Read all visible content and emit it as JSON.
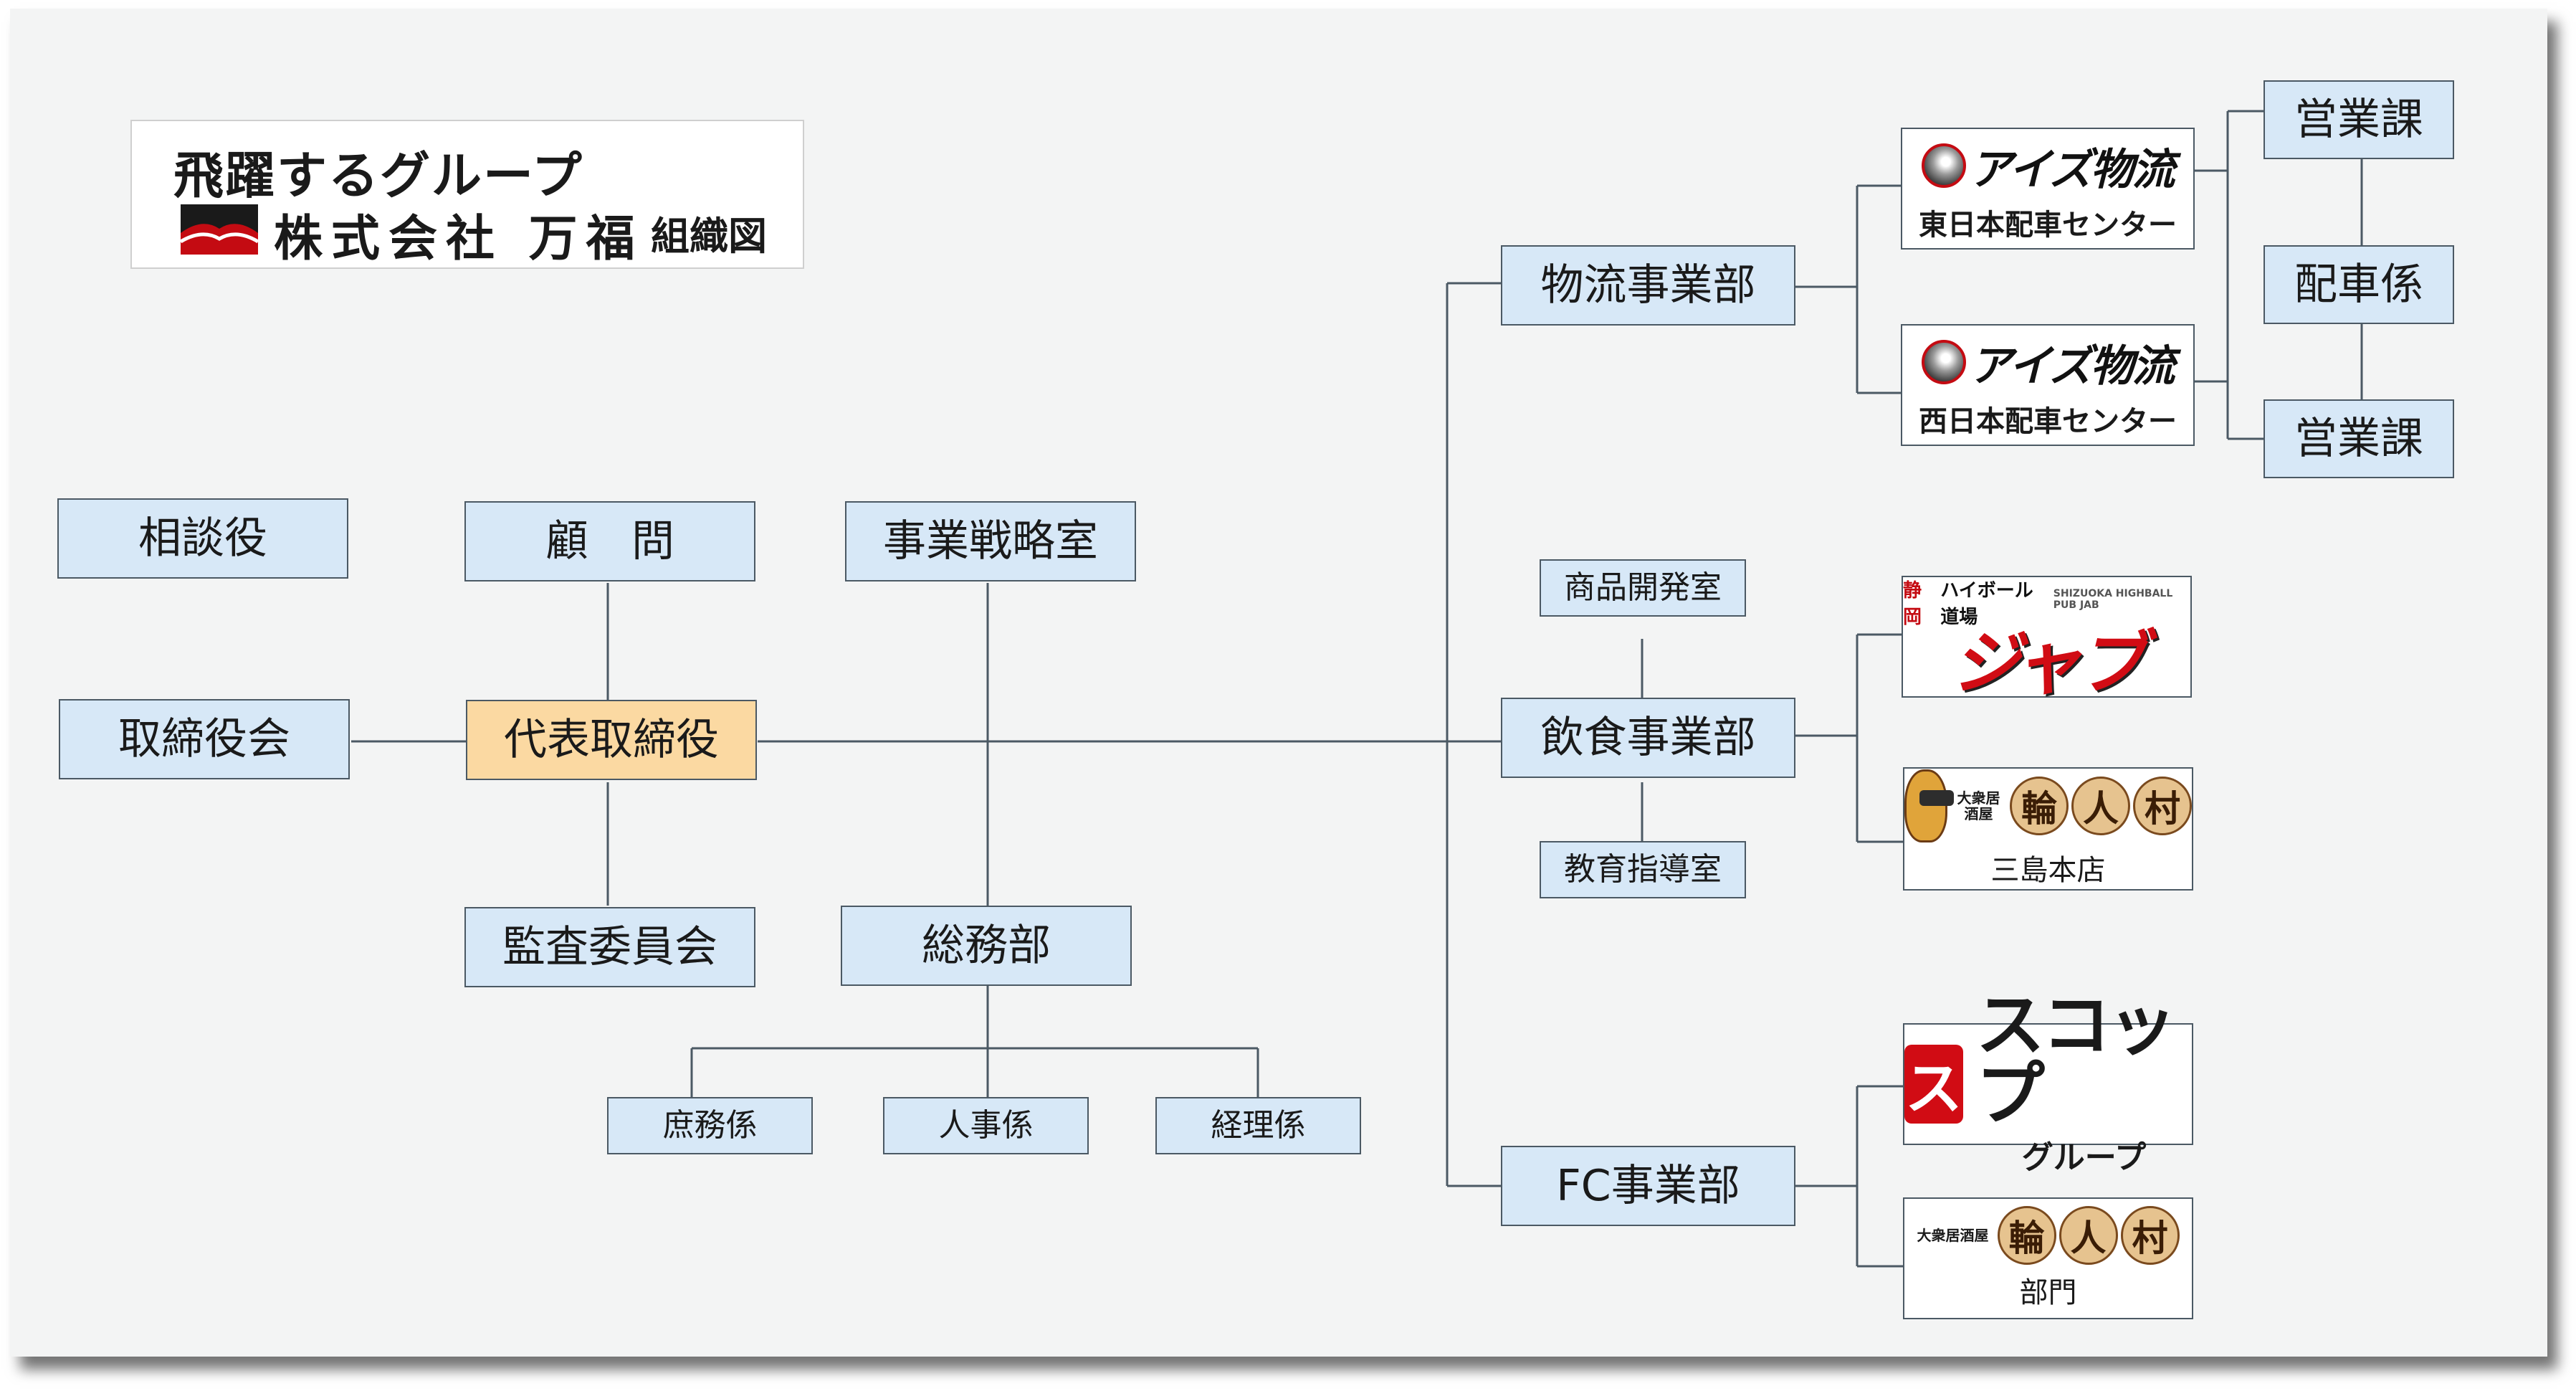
{
  "title": {
    "line1": "飛躍するグループ",
    "company": "株式会社 万福",
    "org_chart": "組織図"
  },
  "board": {
    "advisor_sodan": "相談役",
    "advisor_komon": "顧　問",
    "strategy_office": "事業戦略室",
    "board_of_directors": "取締役会",
    "president": "代表取締役",
    "audit_committee": "監査委員会",
    "general_affairs": "総務部"
  },
  "general_affairs_sections": [
    "庶務係",
    "人事係",
    "経理係"
  ],
  "logistics": {
    "name": "物流事業部",
    "logo_text": "アイズ物流",
    "east": "東日本配車センター",
    "west": "西日本配車センター",
    "sections": [
      "営業課",
      "配車係",
      "営業課"
    ]
  },
  "food": {
    "name": "飲食事業部",
    "product_dev": "商品開発室",
    "education": "教育指導室",
    "jab": {
      "top_left": "静岡",
      "top_mid": "ハイボール道場",
      "top_right": "SHIZUOKA HIGHBALL PUB JAB",
      "main": "ジャブ"
    },
    "wajinmura_mishima": {
      "small": "大衆居酒屋",
      "chars": [
        "輪",
        "人",
        "村"
      ],
      "caption": "三島本店"
    }
  },
  "fc": {
    "name": "FC事業部",
    "scop": {
      "icon": "ス",
      "big": "スコップ",
      "small": "グループ"
    },
    "wajinmura_dept": {
      "small": "大衆居酒屋",
      "chars": [
        "輪",
        "人",
        "村"
      ],
      "caption": "部門"
    }
  },
  "colors": {
    "box_fill": "#d7e8f7",
    "ceo_fill": "#fbd9a2",
    "line": "#4b5964",
    "brand_red": "#c40b12"
  }
}
